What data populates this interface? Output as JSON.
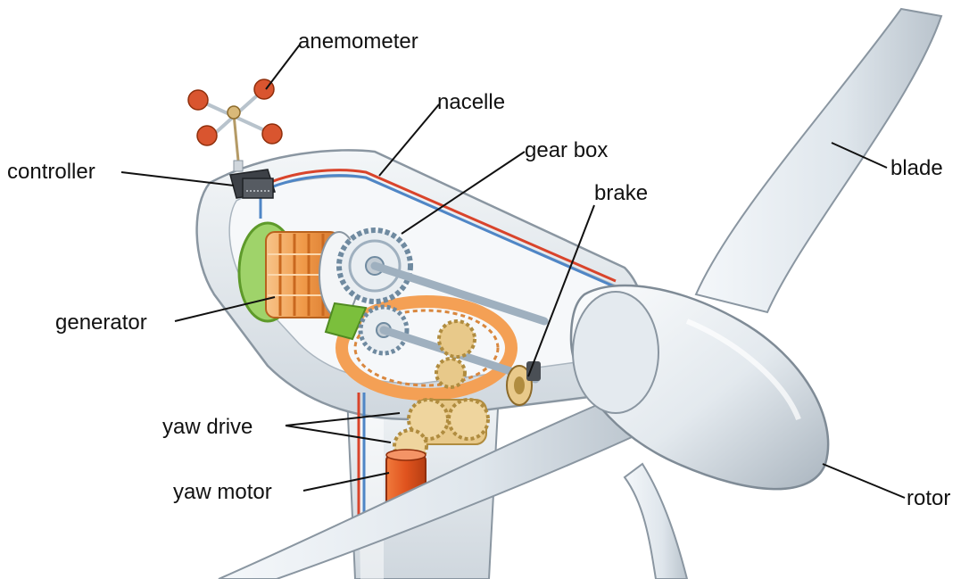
{
  "labels": {
    "anemometer": "anemometer",
    "nacelle": "nacelle",
    "controller": "controller",
    "gear_box": "gear box",
    "brake": "brake",
    "blade": "blade",
    "generator": "generator",
    "yaw_drive": "yaw drive",
    "yaw_motor": "yaw motor",
    "rotor": "rotor"
  },
  "colors": {
    "background": "#ffffff",
    "housing": "#e9eef2",
    "housing_shade": "#c3ccd4",
    "housing_outline": "#8a96a1",
    "gear_steel": "#d6dde3",
    "gear_brass": "#e8c98a",
    "generator_copper": "#f0a35a",
    "generator_ring": "#7bbf3c",
    "yaw_ring": "#f4a055",
    "yaw_motor": "#e0531e",
    "anemometer_cup": "#d9552f",
    "wire_red": "#d9442b",
    "wire_blue": "#4f86c6",
    "label_text": "#111111"
  }
}
